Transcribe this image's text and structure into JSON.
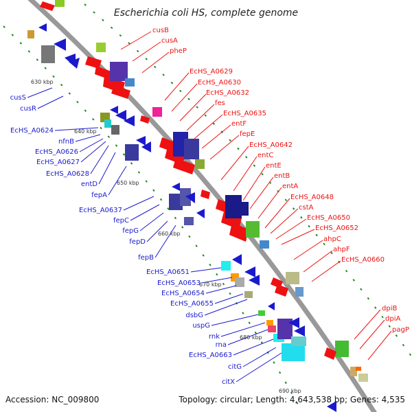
{
  "title": "Escherichia coli HS, complete genome",
  "footer": {
    "accession": "Accession: NC_009800",
    "topology": "Topology: circular; Length: 4,643,538 bp; Genes: 4,535"
  },
  "colors": {
    "backbone": "#999999",
    "forward_genes": "#ee1111",
    "reverse_genes": "#1a1acc",
    "dots": "#228822"
  },
  "ticks": [
    "630 kbp",
    "640 kbp",
    "650 kbp",
    "660 kbp",
    "670 kbp",
    "680 kbp",
    "690 kbp"
  ],
  "red_labels": [
    "cusB",
    "cusA",
    "pheP",
    "EcHS_A0629",
    "EcHS_A0630",
    "EcHS_A0632",
    "fes",
    "EcHS_A0635",
    "entF",
    "fepE",
    "EcHS_A0642",
    "entC",
    "entE",
    "entB",
    "entA",
    "EcHS_A0648",
    "cstA",
    "EcHS_A0650",
    "EcHS_A0652",
    "ahpC",
    "ahpF",
    "EcHS_A0660",
    "dpiB",
    "dpiA",
    "pagP"
  ],
  "blue_labels": [
    "cusS",
    "cusR",
    "EcHS_A0624",
    "nfnB",
    "EcHS_A0626",
    "EcHS_A0627",
    "EcHS_A0628",
    "entD",
    "fepA",
    "EcHS_A0637",
    "fepC",
    "fepG",
    "fepD",
    "fepB",
    "EcHS_A0651",
    "EcHS_A0653",
    "EcHS_A0654",
    "EcHS_A0655",
    "dsbG",
    "uspG",
    "rnk",
    "rna",
    "EcHS_A0663",
    "citG",
    "citX"
  ]
}
